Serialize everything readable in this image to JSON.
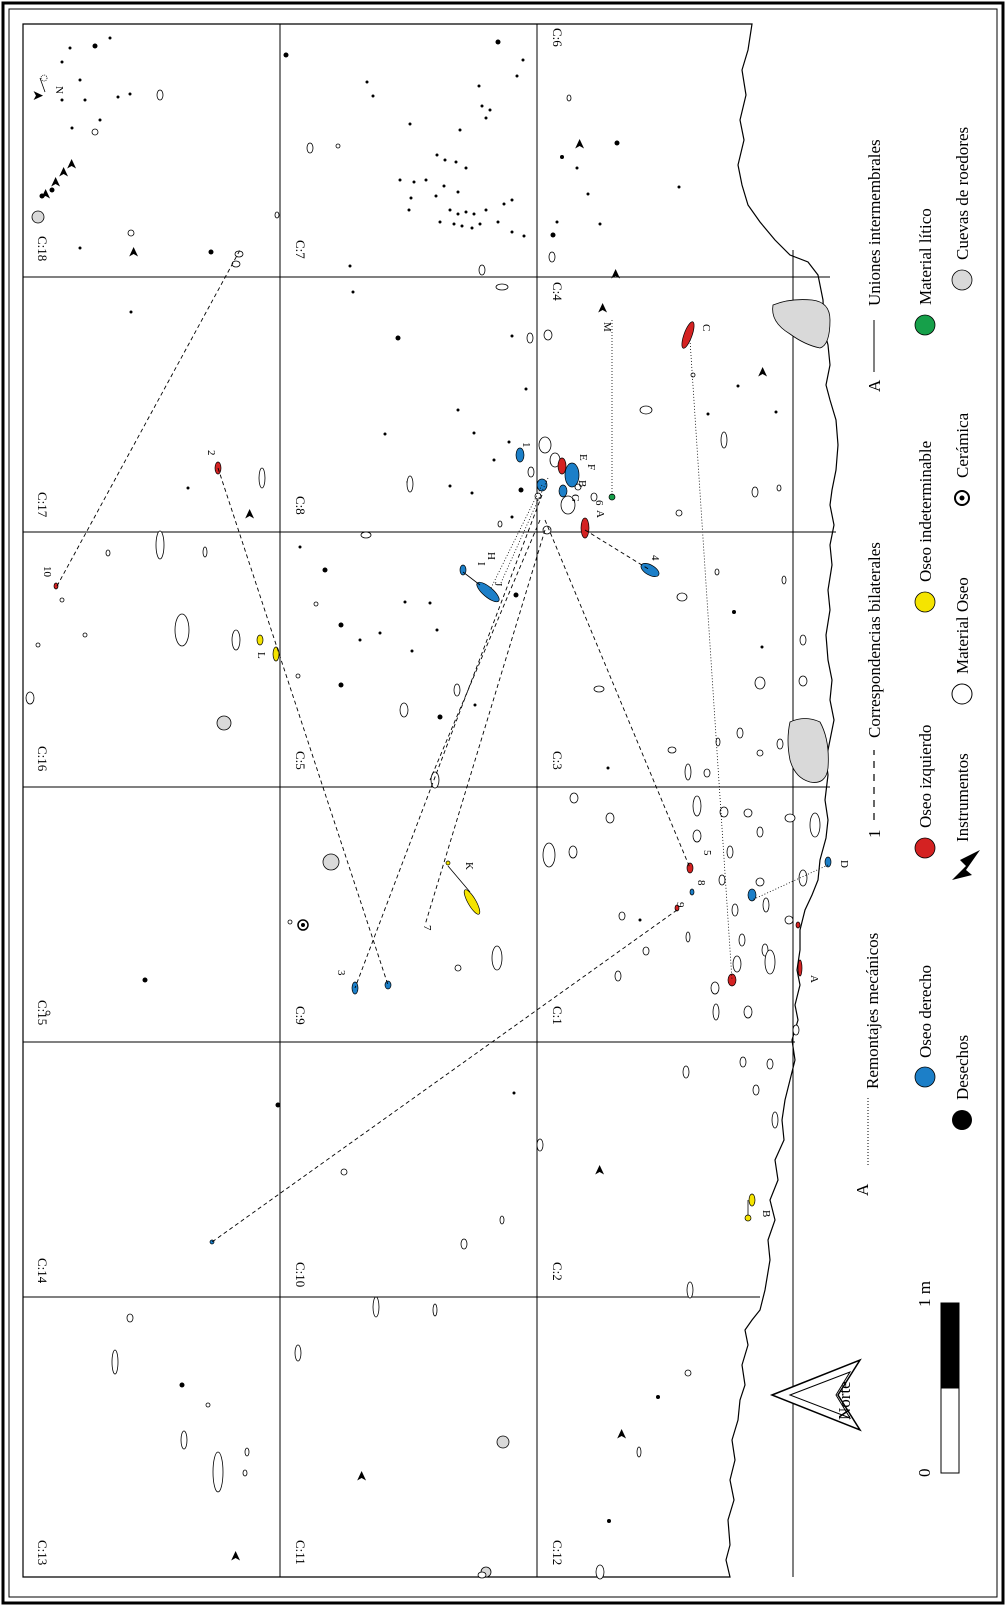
{
  "map": {
    "grid_labels": [
      "C:6",
      "C:7",
      "C:18",
      "C:4",
      "C:8",
      "C:17",
      "C:3",
      "C:5",
      "C:16",
      "C:1",
      "C:9",
      "C:15",
      "C:2",
      "C:10",
      "C:14",
      "C:12",
      "C:11",
      "C:13"
    ],
    "point_labels": [
      "N",
      "M",
      "C",
      "1",
      "E",
      "F",
      "B",
      "G",
      "6",
      "A",
      "I",
      "H",
      "J",
      "4",
      "2",
      "10",
      "L",
      "K",
      "7",
      "5",
      "8",
      "9",
      "3",
      "D",
      "A",
      "B"
    ],
    "north_label": "Norte",
    "scale": {
      "top_label": "1 m",
      "bottom_label": "0"
    }
  },
  "legend": {
    "remontajes_key": "A",
    "remontajes_label": "Remontajes mecánicos",
    "bilateral_key": "1",
    "bilateral_label": "Correspondencias bilaterales",
    "intermembrales_key": "A",
    "intermembrales_label": "Uniones intermembrales",
    "oseo_derecho": "Oseo derecho",
    "oseo_izquierdo": "Oseo izquierdo",
    "oseo_indeterminable": "Oseo indeterminable",
    "material_litico": "Material lítico",
    "desechos": "Desechos",
    "instrumentos": "Instrumentos",
    "material_oseo": "Material Oseo",
    "ceramica": "Cerámica",
    "cuevas": "Cuevas de roedores"
  },
  "colors": {
    "oseo_derecho": "#1c7fc8",
    "oseo_izquierdo": "#d42222",
    "oseo_indeterminable": "#f5e400",
    "material_litico": "#16a04a",
    "cuevas": "#d9d9d9"
  }
}
